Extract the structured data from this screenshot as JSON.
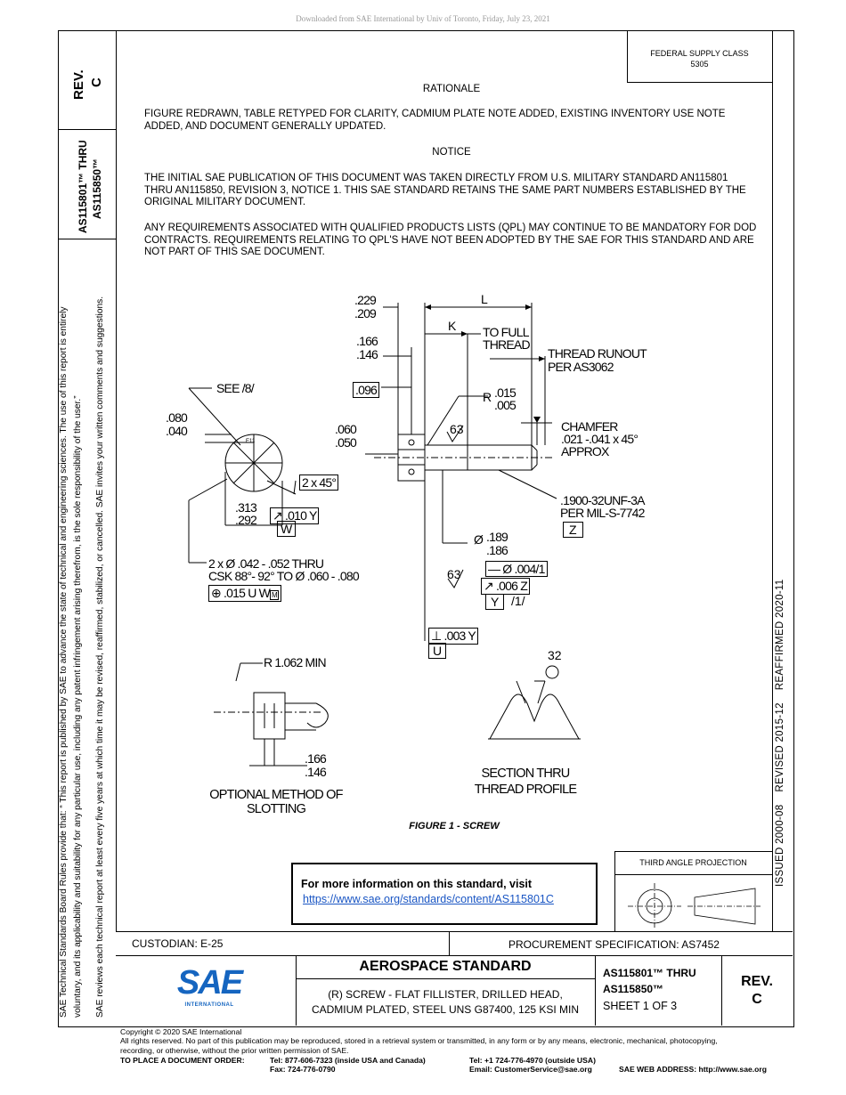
{
  "download_notice": "Downloaded from SAE International by Univ of Toronto, Friday, July 23, 2021",
  "federal_supply": {
    "line1": "FEDERAL SUPPLY CLASS",
    "line2": "5305"
  },
  "rev_box": {
    "label": "REV.",
    "value": "C"
  },
  "doc_range": {
    "line1": "AS115801™ THRU",
    "line2": "AS115850™"
  },
  "rationale": {
    "title": "RATIONALE",
    "text": "FIGURE REDRAWN, TABLE RETYPED FOR CLARITY, CADMIUM PLATE NOTE ADDED, EXISTING INVENTORY USE NOTE ADDED, AND DOCUMENT GENERALLY UPDATED."
  },
  "notice": {
    "title": "NOTICE",
    "para1": "THE INITIAL SAE PUBLICATION OF THIS DOCUMENT WAS TAKEN DIRECTLY FROM U.S. MILITARY STANDARD AN115801 THRU AN115850, REVISION 3, NOTICE 1. THIS SAE STANDARD RETAINS THE SAME PART NUMBERS ESTABLISHED BY THE ORIGINAL MILITARY DOCUMENT.",
    "para2": "ANY REQUIREMENTS ASSOCIATED WITH QUALIFIED PRODUCTS LISTS (QPL) MAY CONTINUE TO BE MANDATORY FOR DOD CONTRACTS. REQUIREMENTS RELATING TO QPL'S HAVE NOT BEEN ADOPTED BY THE SAE FOR THIS STANDARD AND ARE NOT PART OF THIS SAE DOCUMENT."
  },
  "left_margin": {
    "line1": "SAE Technical Standards Board Rules provide that: “ This report is published by SAE to advance the state of technical and engineering sciences. The use of this report is entirely",
    "line2": "voluntary, and its applicability and suitability for any particular use, including any patent infringement arising therefrom, is the sole responsibility of the user.”",
    "line3": "SAE reviews each technical report at least every five years at which time it may be revised, reaffirmed, stabilized, or cancelled. SAE invites your written comments and suggestions."
  },
  "right_margin": "ISSUED 2000-08    REVISED 2015-12    REAFFIRMED 2020-11",
  "figure": {
    "caption": "FIGURE 1 - SCREW",
    "labels": {
      "d229": ".229",
      "d209": ".209",
      "L": "L",
      "K": "K",
      "to_full_1": "TO FULL",
      "to_full_2": "THREAD",
      "d166a": ".166",
      "d146a": ".146",
      "runout_1": "THREAD RUNOUT",
      "runout_2": "PER AS3062",
      "see8": "SEE /8/",
      "d096": ".096",
      "r015": ".015",
      "r005": ".005",
      "R": "R",
      "d080": ".080",
      "d040": ".040",
      "d060": ".060",
      "d050": ".050",
      "f63a": "63",
      "chamfer_1": "CHAMFER",
      "chamfer_2": ".021 -.041 x 45°",
      "chamfer_3": "APPROX",
      "two45": "2 x 45°",
      "e11": "E11",
      "thread_1": ".1900-32UNF-3A",
      "thread_2": "PER MIL-S-7742",
      "z": "Z",
      "d313": ".313",
      "d292": ".292",
      "tol010": ".010",
      "y1": "Y",
      "w1": "W",
      "dia189": ".189",
      "dia186": ".186",
      "dia_sym": "Ø",
      "holes_1": "2 x Ø .042 - .052 THRU",
      "holes_2": "CSK 88°- 92° TO Ø .060 - .080",
      "tol015": ".015",
      "u1": "U",
      "w2": "W",
      "m": "M",
      "f63b": "63",
      "tol004": "Ø .004/1",
      "tol006": ".006",
      "z2": "Z",
      "y2": "Y",
      "note1": "/1/",
      "tol003": ".003",
      "y3": "Y",
      "u2": "U",
      "r1062": "R 1.062 MIN",
      "f32": "32",
      "d166b": ".166",
      "d146b": ".146",
      "section_1": "SECTION THRU",
      "section_2": "THREAD PROFILE",
      "optional_1": "OPTIONAL METHOD OF",
      "optional_2": "SLOTTING"
    }
  },
  "info_box": {
    "text": "For more information on this standard, visit",
    "link": "https://www.sae.org/standards/content/AS115801C"
  },
  "projection": "THIRD ANGLE PROJECTION",
  "title_block": {
    "custodian": "CUSTODIAN: E-25",
    "procurement": "PROCUREMENT SPECIFICATION: AS7452",
    "logo": "SAE",
    "logo_sub": "INTERNATIONAL",
    "heading": "AEROSPACE STANDARD",
    "desc1": "(R) SCREW - FLAT FILLISTER, DRILLED HEAD,",
    "desc2": "CADMIUM PLATED, STEEL UNS G87400, 125 KSI MIN",
    "doc1": "AS115801™ THRU",
    "doc2": "AS115850™",
    "sheet": "SHEET 1 OF 3",
    "rev_label": "REV.",
    "rev_value": "C"
  },
  "footer": {
    "copyright": "Copyright © 2020 SAE International",
    "rights1": "All rights reserved. No part of this publication may be reproduced, stored in a retrieval system or transmitted, in any form or by any means, electronic, mechanical, photocopying,",
    "rights2": "recording, or otherwise, without the prior written permission of SAE.",
    "order_label": "TO PLACE A DOCUMENT ORDER:",
    "tel_us": "Tel:  877-606-7323 (inside USA and Canada)",
    "fax": "Fax:  724-776-0790",
    "tel_intl": "Tel:  +1 724-776-4970 (outside USA)",
    "email": "Email:  CustomerService@sae.org",
    "web": "SAE WEB ADDRESS:  http://www.sae.org"
  }
}
